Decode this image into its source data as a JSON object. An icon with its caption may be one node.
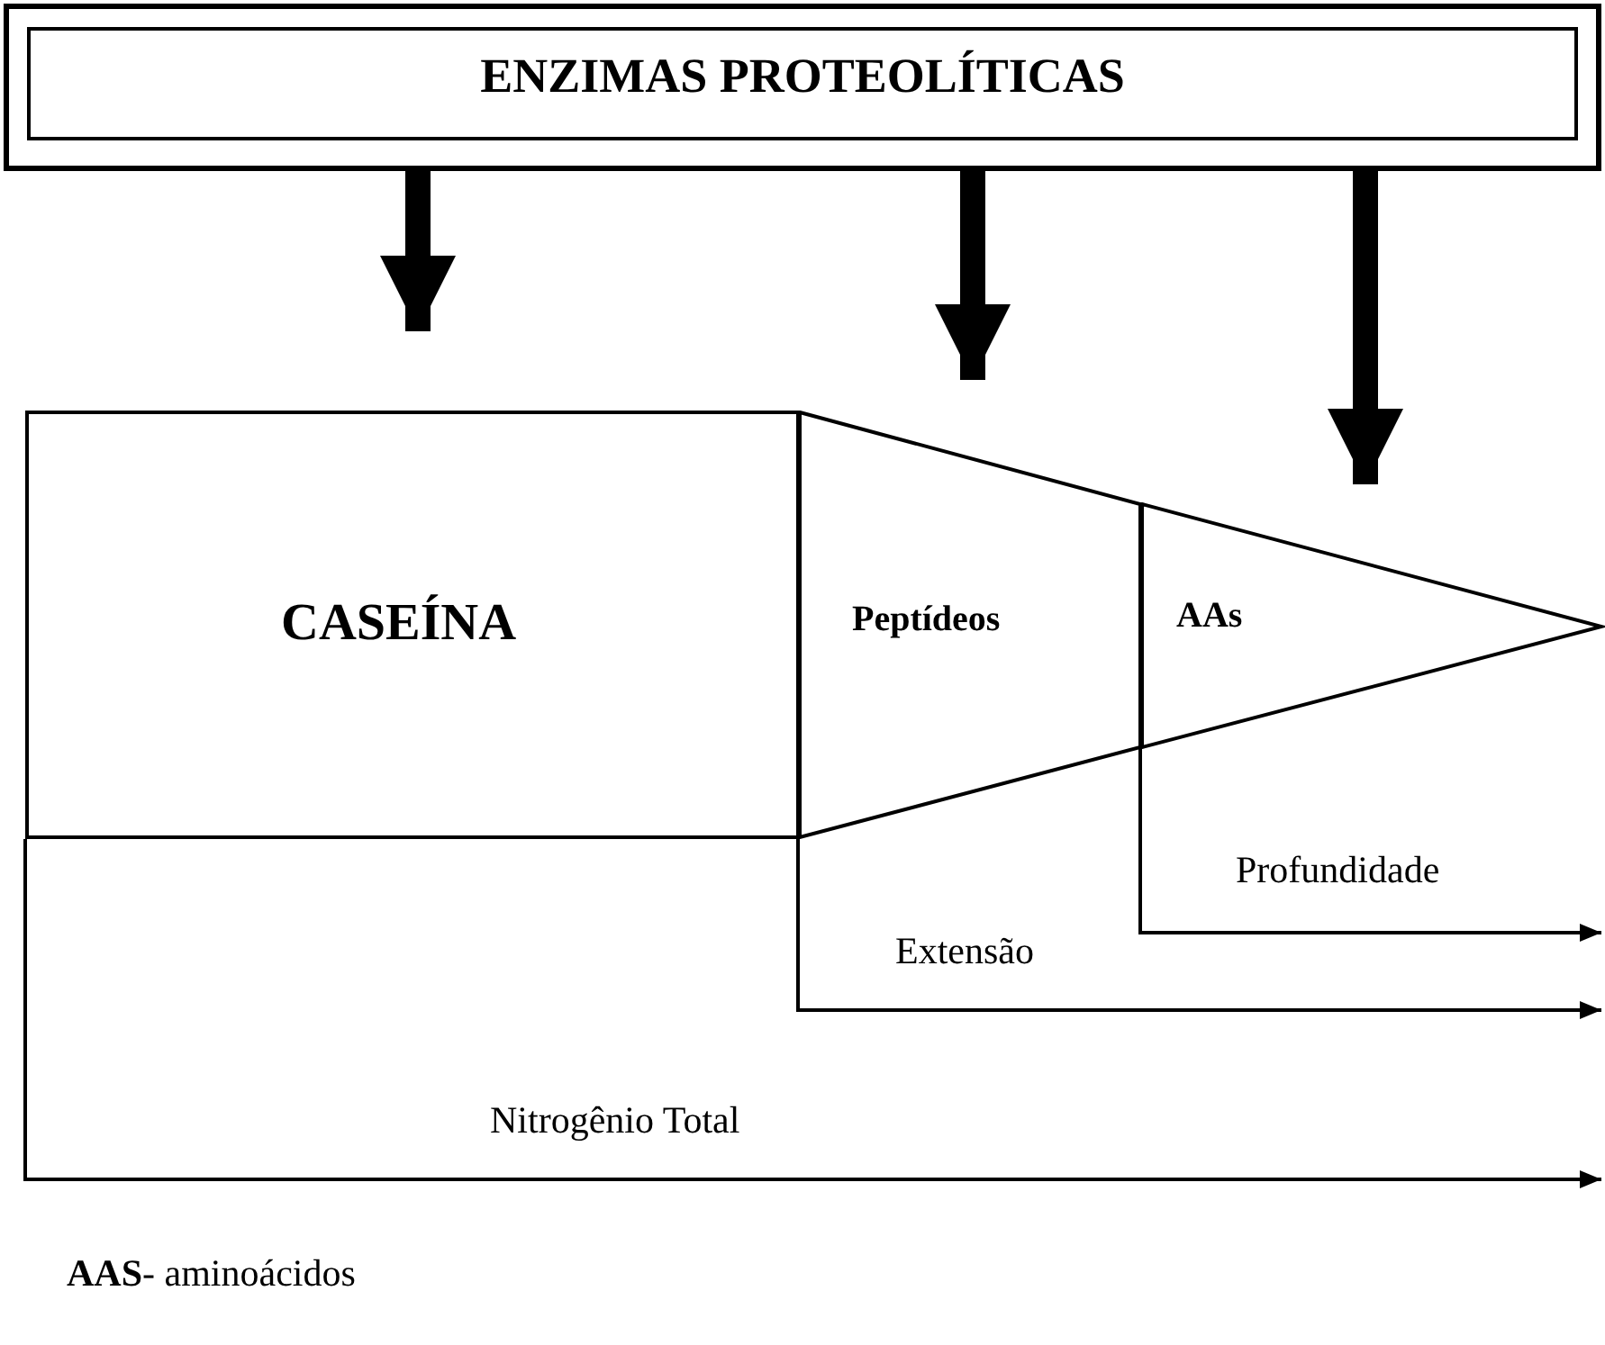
{
  "diagram": {
    "nodes": [
      {
        "text": [
          "ENZIMAS PROTEOLÍTICAS"
        ]
      },
      {
        "text": [
          "CASEÍNA"
        ]
      },
      {
        "text": [
          "Peptídeos"
        ]
      },
      {
        "text": [
          "AAs"
        ]
      }
    ],
    "edges": [
      {
        "from": 0,
        "to": 1,
        "arrow": "to"
      },
      {
        "from": 0,
        "to": 2,
        "arrow": "to"
      },
      {
        "from": 0,
        "to": 3,
        "arrow": "to"
      }
    ],
    "labels": [
      "Profundidade",
      "Extensão",
      "Nitrogênio Total",
      "**AAS**- aminoácidos"
    ]
  }
}
